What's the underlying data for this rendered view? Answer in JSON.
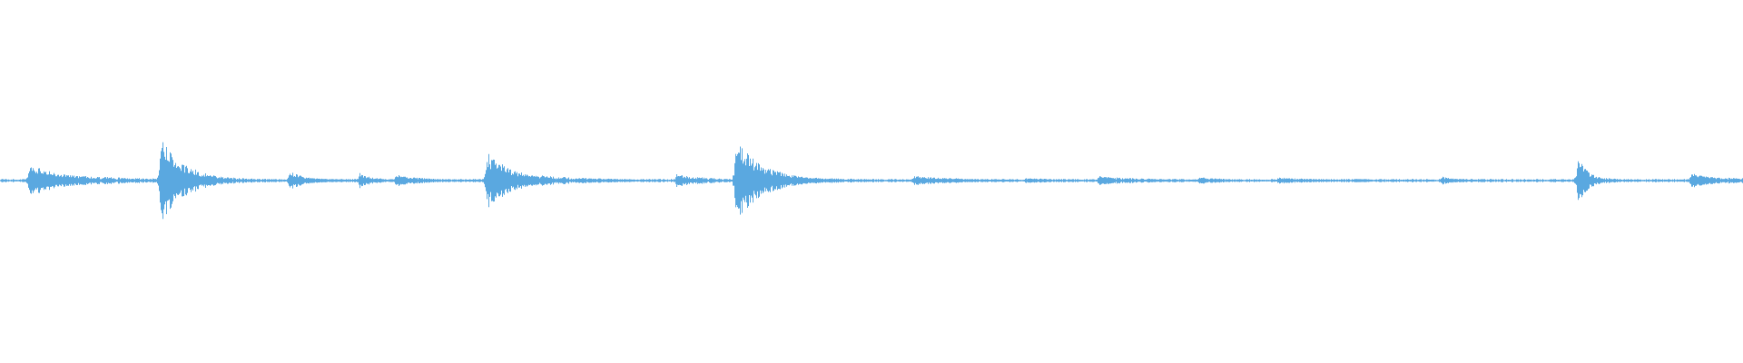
{
  "waveform": {
    "color": "#5aa8e0",
    "background": "#ffffff",
    "baseline_amplitude": 0.02,
    "events": [
      {
        "t": 0.0165,
        "peak": 0.2,
        "decay": 0.022,
        "noise": 0.1
      },
      {
        "t": 0.092,
        "peak": 0.57,
        "decay": 0.014,
        "noise": 0.12
      },
      {
        "t": 0.166,
        "peak": 0.12,
        "decay": 0.01,
        "noise": 0.05
      },
      {
        "t": 0.206,
        "peak": 0.1,
        "decay": 0.008,
        "noise": 0.05
      },
      {
        "t": 0.227,
        "peak": 0.08,
        "decay": 0.01,
        "noise": 0.06
      },
      {
        "t": 0.279,
        "peak": 0.35,
        "decay": 0.016,
        "noise": 0.14
      },
      {
        "t": 0.332,
        "peak": 0.04,
        "decay": 0.02,
        "noise": 0.03
      },
      {
        "t": 0.388,
        "peak": 0.09,
        "decay": 0.01,
        "noise": 0.07
      },
      {
        "t": 0.422,
        "peak": 0.52,
        "decay": 0.016,
        "noise": 0.12
      },
      {
        "t": 0.524,
        "peak": 0.06,
        "decay": 0.018,
        "noise": 0.05
      },
      {
        "t": 0.588,
        "peak": 0.03,
        "decay": 0.02,
        "noise": 0.03
      },
      {
        "t": 0.63,
        "peak": 0.06,
        "decay": 0.016,
        "noise": 0.05
      },
      {
        "t": 0.688,
        "peak": 0.05,
        "decay": 0.01,
        "noise": 0.04
      },
      {
        "t": 0.733,
        "peak": 0.05,
        "decay": 0.012,
        "noise": 0.04
      },
      {
        "t": 0.777,
        "peak": 0.02,
        "decay": 0.02,
        "noise": 0.02
      },
      {
        "t": 0.827,
        "peak": 0.05,
        "decay": 0.012,
        "noise": 0.03
      },
      {
        "t": 0.905,
        "peak": 0.32,
        "decay": 0.006,
        "noise": 0.1
      },
      {
        "t": 0.97,
        "peak": 0.09,
        "decay": 0.016,
        "noise": 0.06
      }
    ]
  }
}
